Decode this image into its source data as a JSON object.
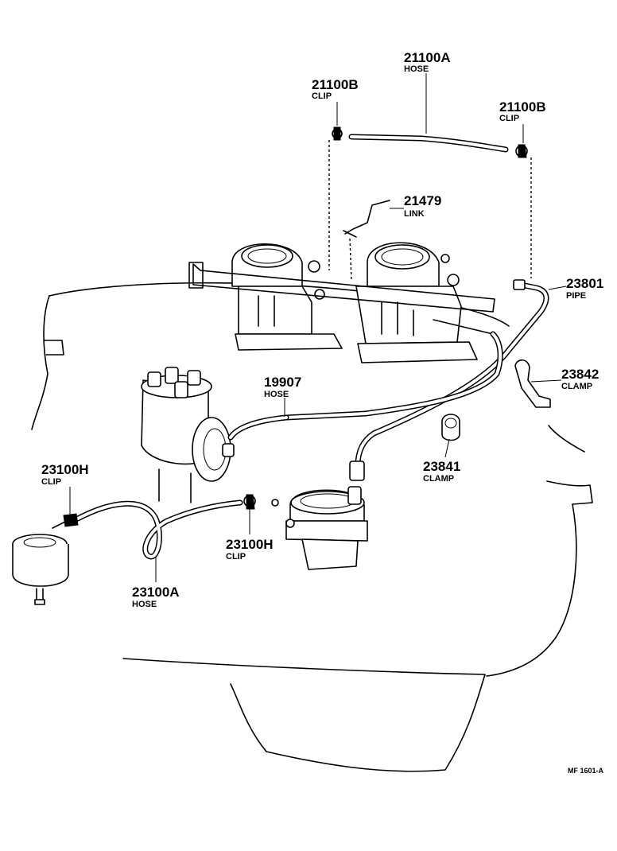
{
  "parts": [
    {
      "id": "p21100A",
      "number": "21100A",
      "desc": "HOSE"
    },
    {
      "id": "p21100B_left",
      "number": "21100B",
      "desc": "CLIP"
    },
    {
      "id": "p21100B_right",
      "number": "21100B",
      "desc": "CLIP"
    },
    {
      "id": "p21479",
      "number": "21479",
      "desc": "LINK"
    },
    {
      "id": "p23801",
      "number": "23801",
      "desc": "PIPE"
    },
    {
      "id": "p23842",
      "number": "23842",
      "desc": "CLAMP"
    },
    {
      "id": "p19907",
      "number": "19907",
      "desc": "HOSE"
    },
    {
      "id": "p23841",
      "number": "23841",
      "desc": "CLAMP"
    },
    {
      "id": "p23100H_left",
      "number": "23100H",
      "desc": "CLIP"
    },
    {
      "id": "p23100H_mid",
      "number": "23100H",
      "desc": "CLIP"
    },
    {
      "id": "p23100A",
      "number": "23100A",
      "desc": "HOSE"
    }
  ],
  "drawing_ref": "MF 1601-A"
}
